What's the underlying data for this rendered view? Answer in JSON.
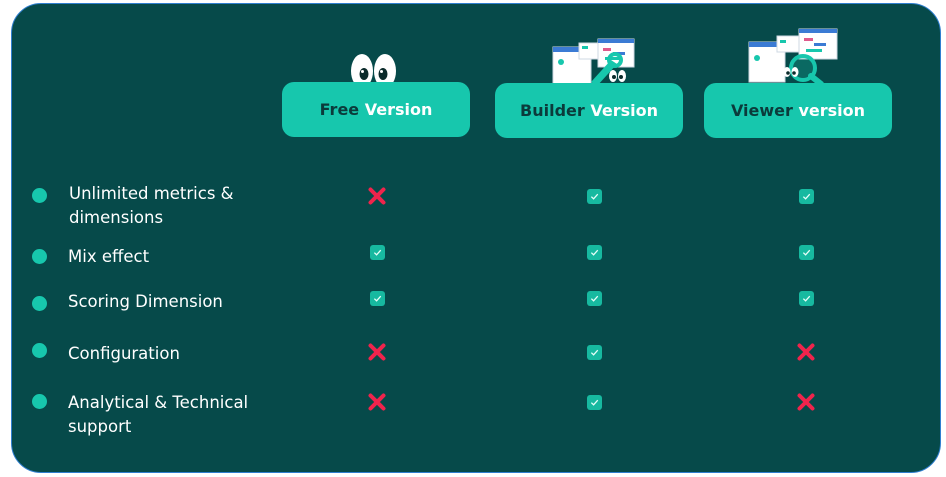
{
  "plans": [
    {
      "first_word": "Free",
      "second_word": "Version"
    },
    {
      "first_word": "Builder",
      "second_word": "Version"
    },
    {
      "first_word": "Viewer",
      "second_word": "version"
    }
  ],
  "features": [
    {
      "label_line1": "Unlimited metrics &",
      "label_line2": "dimensions",
      "marks": [
        "cross-icon",
        "check-icon",
        "check-icon"
      ]
    },
    {
      "label_line1": "Mix effect",
      "label_line2": "",
      "marks": [
        "check-icon",
        "check-icon",
        "check-icon"
      ]
    },
    {
      "label_line1": "Scoring Dimension",
      "label_line2": "",
      "marks": [
        "check-icon",
        "check-icon",
        "check-icon"
      ]
    },
    {
      "label_line1": "Configuration",
      "label_line2": "",
      "marks": [
        "cross-icon",
        "check-icon",
        "cross-icon"
      ]
    },
    {
      "label_line1": "Analytical & Technical",
      "label_line2": "support",
      "marks": [
        "cross-icon",
        "check-icon",
        "cross-icon"
      ]
    }
  ],
  "colors": {
    "panel_bg": "#064a4a",
    "accent": "#17c7ad",
    "cross": "#f0244c",
    "panel_border": "#2f7fd0"
  }
}
